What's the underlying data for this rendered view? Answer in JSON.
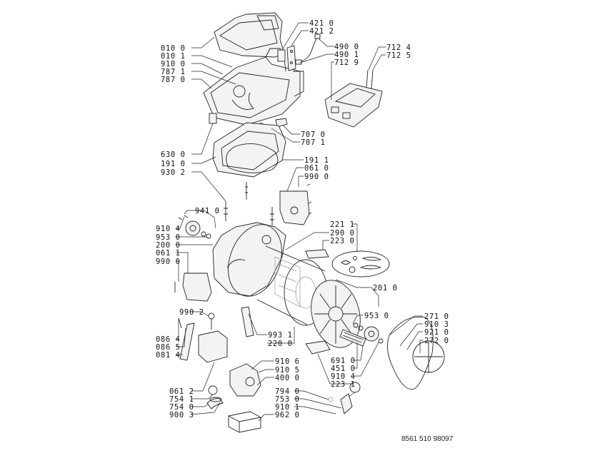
{
  "title": "Washing machine exploded parts diagram",
  "footer_code": "8561 510 98097",
  "labels": {
    "l_0100": "010 0",
    "l_0101": "010 1",
    "l_9100": "910 0",
    "l_7871": "787 1",
    "l_7870": "787 0",
    "l_4210": "421 0",
    "l_4212": "421 2",
    "l_4900": "490 0",
    "l_4901": "490 1",
    "l_7129": "712 9",
    "l_7124": "712 4",
    "l_7125": "712 5",
    "l_7070": "707 0",
    "l_7071": "707 1",
    "l_6300": "630 0",
    "l_1910": "191 0",
    "l_9302": "930 2",
    "l_1911": "191 1",
    "l_0610": "061 0",
    "l_9900": "990 0",
    "l_9410": "941 0",
    "l_9104a": "910 4",
    "l_9530a": "953 0",
    "l_2000": "200 0",
    "l_0611": "061 1",
    "l_9900b": "990 0",
    "l_2211": "221 1",
    "l_2900": "290 0",
    "l_2230": "223 0",
    "l_2010": "201 0",
    "l_9530b": "953 0",
    "l_2710": "271 0",
    "l_9103": "910 3",
    "l_9210": "921 0",
    "l_2720": "272 0",
    "l_9902": "990 2",
    "l_9931": "993 1",
    "l_2200": "220 0",
    "l_0864": "086 4",
    "l_0865": "086 5",
    "l_0814": "081 4",
    "l_6910": "691 0",
    "l_4510": "451 0",
    "l_9104b": "910 4",
    "l_2231": "223 1",
    "l_9106": "910 6",
    "l_9105": "910 5",
    "l_4000": "400 0",
    "l_0612": "061 2",
    "l_7541": "754 1",
    "l_7540": "754 0",
    "l_9003": "900 3",
    "l_7940": "794 0",
    "l_7530": "753 0",
    "l_9101": "910 1",
    "l_9620": "962 0"
  },
  "parts": [
    {
      "id": "top-lid",
      "name": "Top lid"
    },
    {
      "id": "top-frame",
      "name": "Top frame / console"
    },
    {
      "id": "hinge-plates",
      "name": "Hinge plates"
    },
    {
      "id": "cable",
      "name": "Cable"
    },
    {
      "id": "control-module",
      "name": "Control module"
    },
    {
      "id": "tub-ring",
      "name": "Tub ring / gasket"
    },
    {
      "id": "springs",
      "name": "Suspension springs"
    },
    {
      "id": "tub-front",
      "name": "Outer tub half"
    },
    {
      "id": "drum",
      "name": "Drum"
    },
    {
      "id": "tub-rear",
      "name": "Outer tub rear half"
    },
    {
      "id": "bearing-flange",
      "name": "Bearing flange"
    },
    {
      "id": "belt",
      "name": "Drive belt"
    },
    {
      "id": "pulley",
      "name": "Pulley"
    },
    {
      "id": "heater",
      "name": "Heater"
    },
    {
      "id": "shock-absorbers",
      "name": "Shock absorbers"
    },
    {
      "id": "counterweight",
      "name": "Counterweight"
    },
    {
      "id": "pump",
      "name": "Drain pump"
    },
    {
      "id": "filter-box",
      "name": "Filter box"
    },
    {
      "id": "motor-bracket",
      "name": "Motor bracket"
    }
  ]
}
